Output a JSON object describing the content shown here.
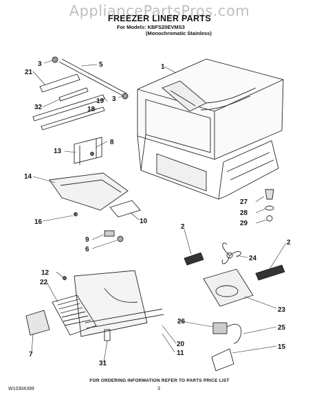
{
  "watermark": "AppliancePartsPros.com",
  "header": {
    "title": "FREEZER LINER PARTS",
    "models_line1": "For Models: KBFS20EVMS3",
    "models_line2": "(Monochromatic Stainless)"
  },
  "callouts": {
    "c1": "1",
    "c2a": "2",
    "c2b": "2",
    "c3a": "3",
    "c3b": "3",
    "c5": "5",
    "c6": "6",
    "c7": "7",
    "c8": "8",
    "c9": "9",
    "c10": "10",
    "c11": "11",
    "c12": "12",
    "c13": "13",
    "c14": "14",
    "c15": "15",
    "c16": "16",
    "c18": "18",
    "c19": "19",
    "c20": "20",
    "c21": "21",
    "c22": "22",
    "c23": "23",
    "c24": "24",
    "c25": "25",
    "c26": "26",
    "c27": "27",
    "c28": "28",
    "c29": "29",
    "c31": "31",
    "c32": "32"
  },
  "footer": {
    "ordering_note": "FOR ORDERING INFORMATION REFER TO PARTS PRICE LIST",
    "doc_number": "W10304399",
    "page_number": "3"
  }
}
